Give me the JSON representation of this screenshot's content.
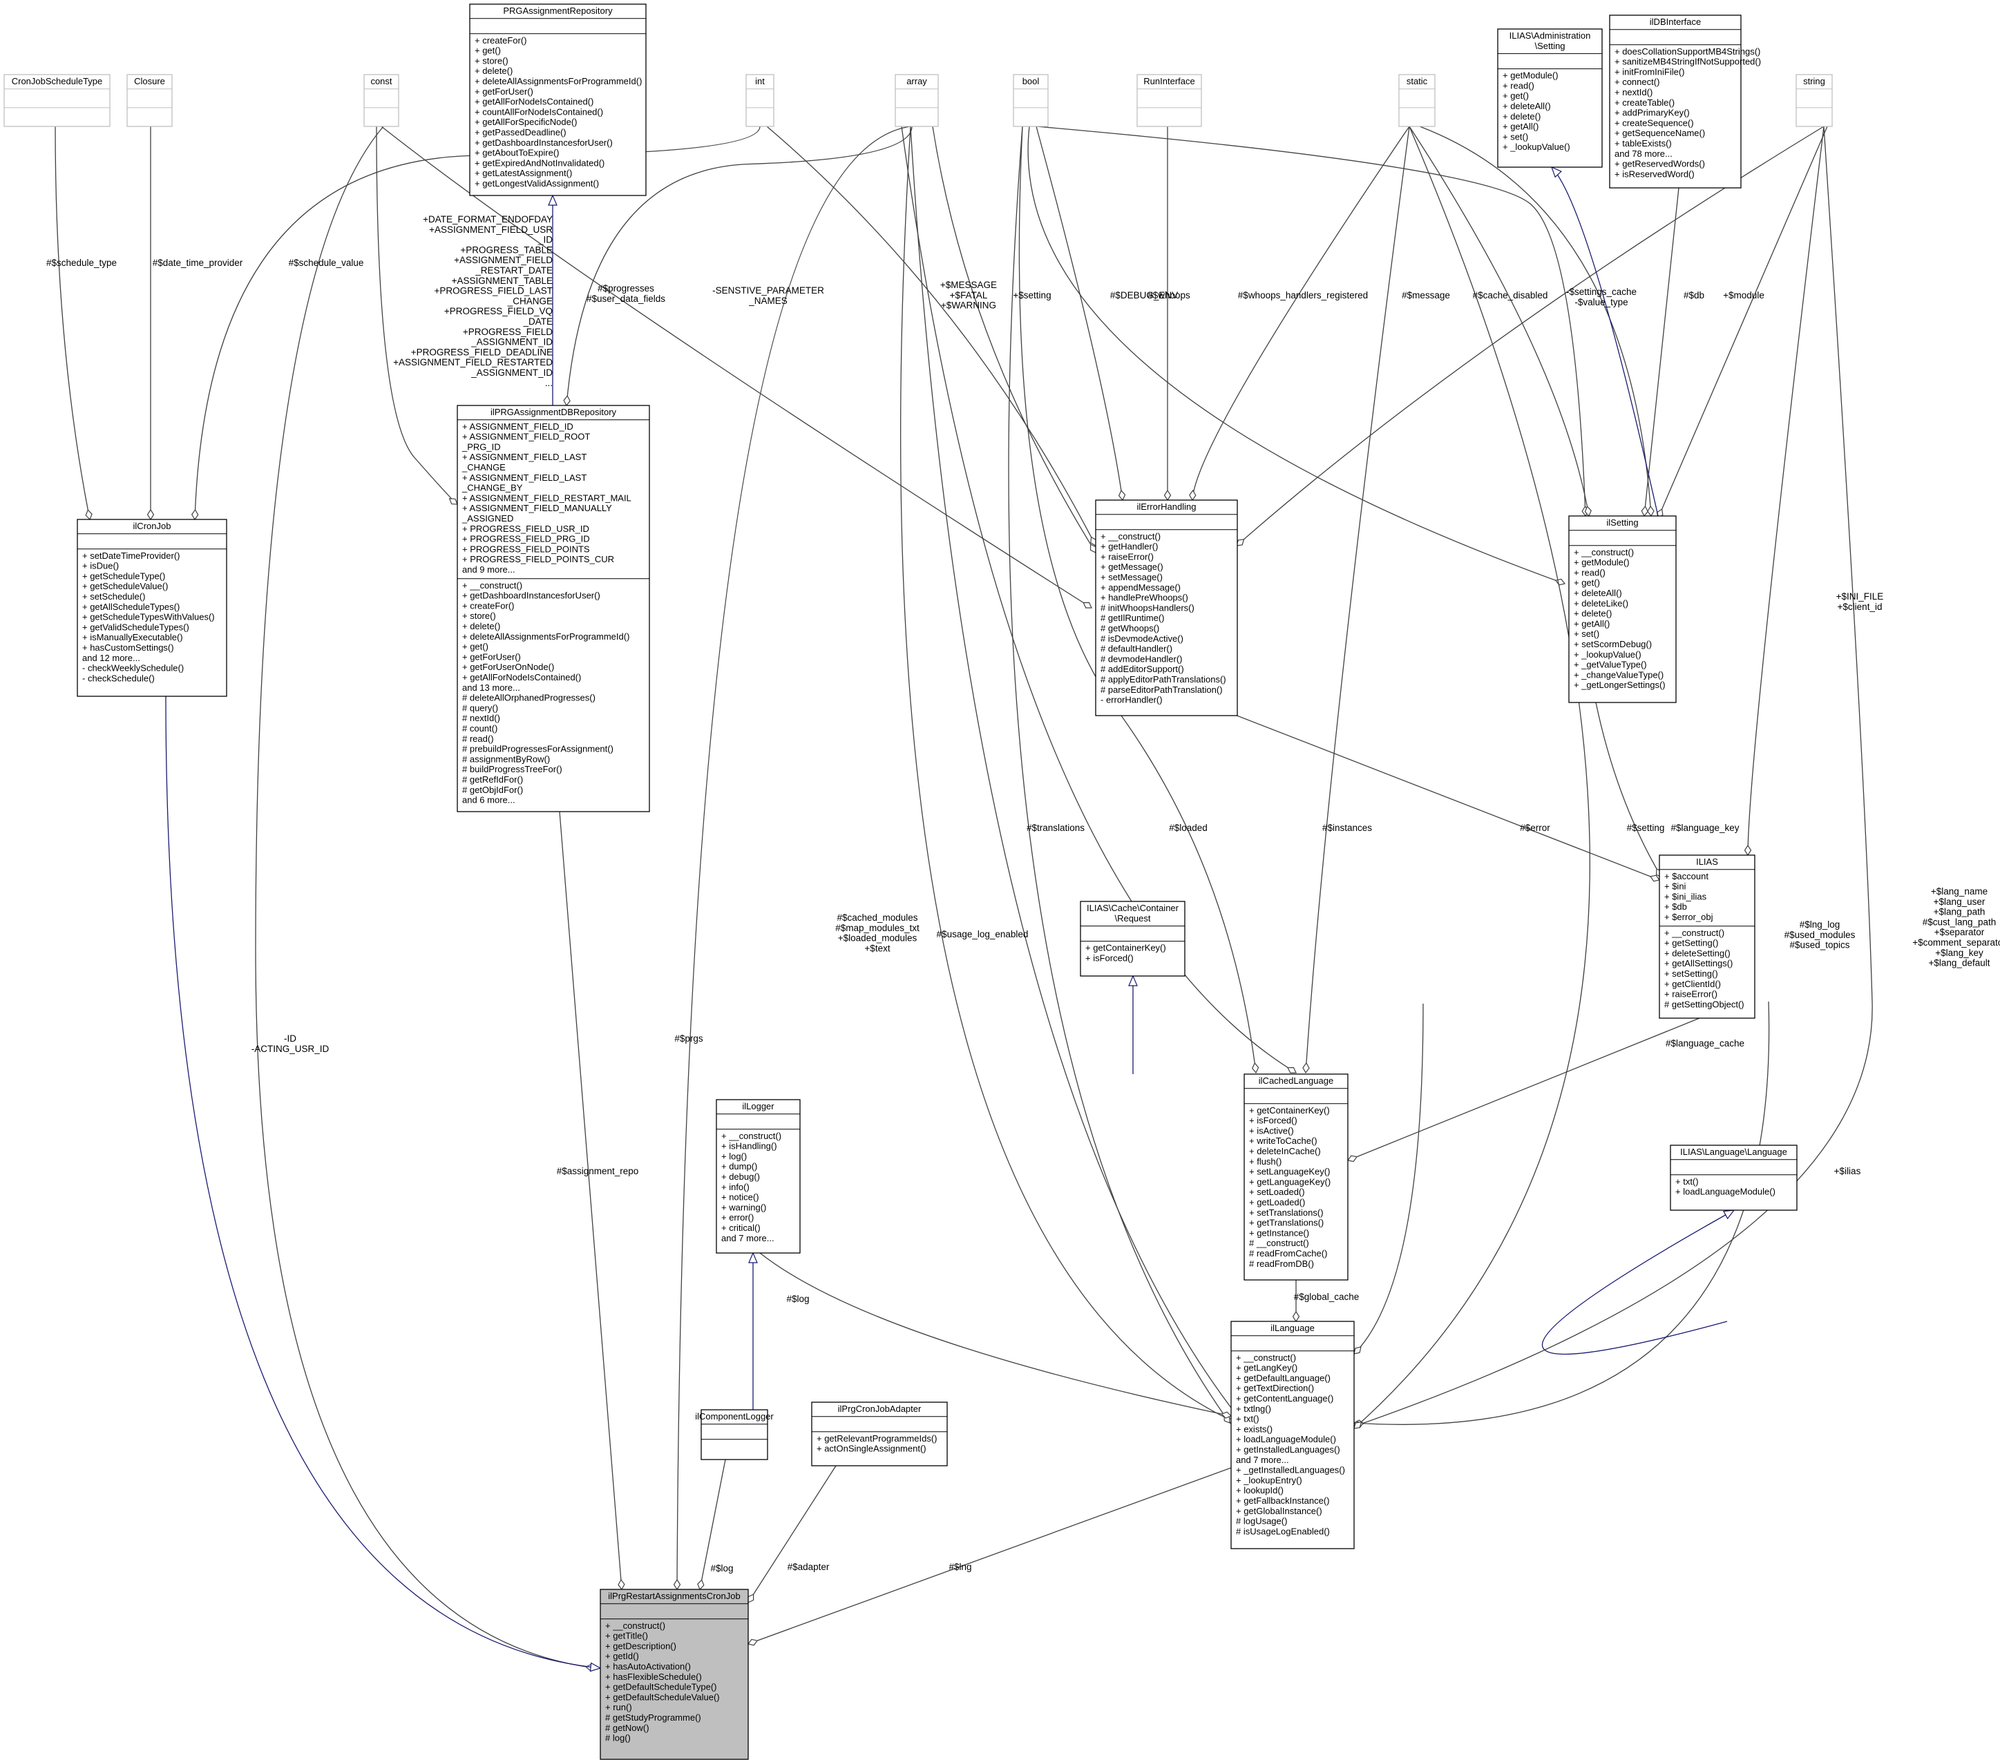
{
  "diagram": {
    "type": "uml-class-collaboration",
    "main_class": "ilPrgRestartAssignmentsCronJob",
    "highlight_color": "#bfbfbf",
    "edge_color_association": "#404040",
    "edge_color_inheritance": "#191970",
    "classes": [
      {
        "id": "CronJobScheduleType",
        "title": [
          "CronJobScheduleType"
        ],
        "stub": true,
        "attrs": [],
        "methods": []
      },
      {
        "id": "Closure",
        "title": [
          "Closure"
        ],
        "stub": true,
        "attrs": [],
        "methods": []
      },
      {
        "id": "const",
        "title": [
          "const"
        ],
        "stub": true,
        "attrs": [],
        "methods": []
      },
      {
        "id": "int",
        "title": [
          "int"
        ],
        "stub": true,
        "attrs": [],
        "methods": []
      },
      {
        "id": "array",
        "title": [
          "array"
        ],
        "stub": true,
        "attrs": [],
        "methods": []
      },
      {
        "id": "bool",
        "title": [
          "bool"
        ],
        "stub": true,
        "attrs": [],
        "methods": []
      },
      {
        "id": "RunInterface",
        "title": [
          "RunInterface"
        ],
        "stub": true,
        "attrs": [],
        "methods": []
      },
      {
        "id": "static",
        "title": [
          "static"
        ],
        "stub": true,
        "attrs": [],
        "methods": []
      },
      {
        "id": "string",
        "title": [
          "string"
        ],
        "stub": true,
        "attrs": [],
        "methods": []
      },
      {
        "id": "PRGAssignmentRepository",
        "title": [
          "PRGAssignmentRepository"
        ],
        "attrs": [],
        "methods": [
          "+ createFor()",
          "+ get()",
          "+ store()",
          "+ delete()",
          "+ deleteAllAssignmentsForProgrammeId()",
          "+ getForUser()",
          "+ getAllForNodeIsContained()",
          "+ countAllForNodeIsContained()",
          "+ getAllForSpecificNode()",
          "+ getPassedDeadline()",
          "+ getDashboardInstancesforUser()",
          "+ getAboutToExpire()",
          "+ getExpiredAndNotInvalidated()",
          "+ getLatestAssignment()",
          "+ getLongestValidAssignment()"
        ]
      },
      {
        "id": "ILIASAdministrationSetting",
        "title": [
          "ILIAS\\Administration",
          "\\Setting"
        ],
        "attrs": [],
        "methods": [
          "+ getModule()",
          "+ read()",
          "+ get()",
          "+ deleteAll()",
          "+ delete()",
          "+ getAll()",
          "+ set()",
          "+ _lookupValue()"
        ]
      },
      {
        "id": "ilDBInterface",
        "title": [
          "ilDBInterface"
        ],
        "attrs": [],
        "methods": [
          "+ doesCollationSupportMB4Strings()",
          "+ sanitizeMB4StringIfNotSupported()",
          "+ initFromIniFile()",
          "+ connect()",
          "+ nextId()",
          "+ createTable()",
          "+ addPrimaryKey()",
          "+ createSequence()",
          "+ getSequenceName()",
          "+ tableExists()",
          "and 78 more...",
          "+ getReservedWords()",
          "+ isReservedWord()"
        ]
      },
      {
        "id": "ilCronJob",
        "title": [
          "ilCronJob"
        ],
        "attrs": [],
        "methods": [
          "+ setDateTimeProvider()",
          "+ isDue()",
          "+ getScheduleType()",
          "+ getScheduleValue()",
          "+ setSchedule()",
          "+ getAllScheduleTypes()",
          "+ getScheduleTypesWithValues()",
          "+ getValidScheduleTypes()",
          "+ isManuallyExecutable()",
          "+ hasCustomSettings()",
          "and 12 more...",
          "- checkWeeklySchedule()",
          "- checkSchedule()"
        ]
      },
      {
        "id": "ilPRGAssignmentDBRepository",
        "title": [
          "ilPRGAssignmentDBRepository"
        ],
        "attrs": [
          "+ ASSIGNMENT_FIELD_ID",
          "+ ASSIGNMENT_FIELD_ROOT",
          "_PRG_ID",
          "+ ASSIGNMENT_FIELD_LAST",
          "_CHANGE",
          "+ ASSIGNMENT_FIELD_LAST",
          "_CHANGE_BY",
          "+ ASSIGNMENT_FIELD_RESTART_MAIL",
          "+ ASSIGNMENT_FIELD_MANUALLY",
          "_ASSIGNED",
          "+ PROGRESS_FIELD_USR_ID",
          "+ PROGRESS_FIELD_PRG_ID",
          "+ PROGRESS_FIELD_POINTS",
          "+ PROGRESS_FIELD_POINTS_CUR",
          "and 9 more..."
        ],
        "methods": [
          "+ __construct()",
          "+ getDashboardInstancesforUser()",
          "+ createFor()",
          "+ store()",
          "+ delete()",
          "+ deleteAllAssignmentsForProgrammeId()",
          "+ get()",
          "+ getForUser()",
          "+ getForUserOnNode()",
          "+ getAllForNodeIsContained()",
          "and 13 more...",
          "# deleteAllOrphanedProgresses()",
          "# query()",
          "# nextId()",
          "# count()",
          "# read()",
          "# prebuildProgressesForAssignment()",
          "# assignmentByRow()",
          "# buildProgressTreeFor()",
          "# getRefIdFor()",
          "# getObjIdFor()",
          "and 6 more..."
        ]
      },
      {
        "id": "ilErrorHandling",
        "title": [
          "ilErrorHandling"
        ],
        "attrs": [],
        "methods": [
          "+ __construct()",
          "+ getHandler()",
          "+ raiseError()",
          "+ getMessage()",
          "+ setMessage()",
          "+ appendMessage()",
          "+ handlePreWhoops()",
          "# initWhoopsHandlers()",
          "# getIlRuntime()",
          "# getWhoops()",
          "# isDevmodeActive()",
          "# defaultHandler()",
          "# devmodeHandler()",
          "# addEditorSupport()",
          "# applyEditorPathTranslations()",
          "# parseEditorPathTranslation()",
          "- errorHandler()"
        ]
      },
      {
        "id": "ilSetting",
        "title": [
          "ilSetting"
        ],
        "attrs": [],
        "methods": [
          "+ __construct()",
          "+ getModule()",
          "+ read()",
          "+ get()",
          "+ deleteAll()",
          "+ deleteLike()",
          "+ delete()",
          "+ getAll()",
          "+ set()",
          "+ setScormDebug()",
          "+ _lookupValue()",
          "+ _getValueType()",
          "+ _changeValueType()",
          "+ _getLongerSettings()"
        ]
      },
      {
        "id": "ILIAS",
        "title": [
          "ILIAS"
        ],
        "attrs": [
          "+ $account",
          "+ $ini",
          "+ $ini_ilias",
          "+ $db",
          "+ $error_obj"
        ],
        "methods": [
          "+ __construct()",
          "+ getSetting()",
          "+ deleteSetting()",
          "+ getAllSettings()",
          "+ setSetting()",
          "+ getClientId()",
          "+ raiseError()",
          "# getSettingObject()"
        ]
      },
      {
        "id": "ILIASCacheContainerRequest",
        "title": [
          "ILIAS\\Cache\\Container",
          "\\Request"
        ],
        "attrs": [],
        "methods": [
          "+ getContainerKey()",
          "+ isForced()"
        ]
      },
      {
        "id": "ilCachedLanguage",
        "title": [
          "ilCachedLanguage"
        ],
        "attrs": [],
        "methods": [
          "+ getContainerKey()",
          "+ isForced()",
          "+ isActive()",
          "+ writeToCache()",
          "+ deleteInCache()",
          "+ flush()",
          "+ setLanguageKey()",
          "+ getLanguageKey()",
          "+ setLoaded()",
          "+ getLoaded()",
          "+ setTranslations()",
          "+ getTranslations()",
          "+ getInstance()",
          "# __construct()",
          "# readFromCache()",
          "# readFromDB()"
        ]
      },
      {
        "id": "ilLogger",
        "title": [
          "ilLogger"
        ],
        "attrs": [],
        "methods": [
          "+ __construct()",
          "+ isHandling()",
          "+ log()",
          "+ dump()",
          "+ debug()",
          "+ info()",
          "+ notice()",
          "+ warning()",
          "+ error()",
          "+ critical()",
          "and 7 more..."
        ]
      },
      {
        "id": "ILIASLanguageLanguage",
        "title": [
          "ILIAS\\Language\\Language"
        ],
        "attrs": [],
        "methods": [
          "+ txt()",
          "+ loadLanguageModule()"
        ]
      },
      {
        "id": "ilLanguage",
        "title": [
          "ilLanguage"
        ],
        "attrs": [],
        "methods": [
          "+ __construct()",
          "+ getLangKey()",
          "+ getDefaultLanguage()",
          "+ getTextDirection()",
          "+ getContentLanguage()",
          "+ txtlng()",
          "+ txt()",
          "+ exists()",
          "+ loadLanguageModule()",
          "+ getInstalledLanguages()",
          "and 7 more...",
          "+ _getInstalledLanguages()",
          "+ _lookupEntry()",
          "+ lookupId()",
          "+ getFallbackInstance()",
          "+ getGlobalInstance()",
          "# logUsage()",
          "# isUsageLogEnabled()"
        ]
      },
      {
        "id": "ilComponentLogger",
        "title": [
          "ilComponentLogger"
        ],
        "attrs": [],
        "methods": []
      },
      {
        "id": "ilPrgCronJobAdapter",
        "title": [
          "ilPrgCronJobAdapter"
        ],
        "attrs": [],
        "methods": [
          "+ getRelevantProgrammeIds()",
          "+ actOnSingleAssignment()"
        ]
      },
      {
        "id": "ilPrgRestartAssignmentsCronJob",
        "title": [
          "ilPrgRestartAssignmentsCronJob"
        ],
        "attrs": [],
        "highlight": true,
        "methods": [
          "+ __construct()",
          "+ getTitle()",
          "+ getDescription()",
          "+ getId()",
          "+ hasAutoActivation()",
          "+ hasFlexibleSchedule()",
          "+ getDefaultScheduleType()",
          "+ getDefaultScheduleValue()",
          "+ run()",
          "# getStudyProgramme()",
          "# getNow()",
          "# log()"
        ]
      }
    ],
    "edge_labels": {
      "schedule_type": [
        "#$schedule_type"
      ],
      "date_time_provider": [
        "#$date_time_provider"
      ],
      "schedule_value": [
        "#$schedule_value"
      ],
      "const_db": [
        "+DATE_FORMAT_ENDOFDAY",
        "+ASSIGNMENT_FIELD_USR",
        "_ID",
        "+PROGRESS_TABLE",
        "+ASSIGNMENT_FIELD",
        "_RESTART_DATE",
        "+ASSIGNMENT_TABLE",
        "+PROGRESS_FIELD_LAST",
        "_CHANGE",
        "+PROGRESS_FIELD_VQ",
        "_DATE",
        "+PROGRESS_FIELD",
        "_ASSIGNMENT_ID",
        "+PROGRESS_FIELD_DEADLINE",
        "+ASSIGNMENT_FIELD_RESTARTED",
        "_ASSIGNMENT_ID",
        "..."
      ],
      "progresses": [
        "#$progresses",
        "#$user_data_fields"
      ],
      "sensitive": [
        "-SENSTIVE_PARAMETER",
        "_NAMES"
      ],
      "message_fatal": [
        "+$MESSAGE",
        "+$FATAL",
        "+$WARNING"
      ],
      "setting": [
        "+$setting"
      ],
      "debug_env": [
        "#$DEBUG_ENV"
      ],
      "whoops": [
        "#$whoops"
      ],
      "whoops_handlers": [
        "#$whoops_handlers_registered"
      ],
      "message": [
        "#$message"
      ],
      "cache_disabled": [
        "#$cache_disabled"
      ],
      "settings_cache": [
        "-$settings_cache",
        "-$value_type"
      ],
      "db": [
        "#$db"
      ],
      "module": [
        "+$module"
      ],
      "id_acting": [
        "-ID",
        "-ACTING_USR_ID"
      ],
      "prgs": [
        "#$prgs"
      ],
      "assignment_repo": [
        "#$assignment_repo"
      ],
      "translations": [
        "#$translations"
      ],
      "loaded": [
        "#$loaded"
      ],
      "instances": [
        "#$instances"
      ],
      "error": [
        "#$error"
      ],
      "setting2": [
        "#$setting"
      ],
      "language_key": [
        "#$language_key"
      ],
      "ini_file": [
        "+$INI_FILE",
        "+$client_id"
      ],
      "cached_modules": [
        "#$cached_modules",
        "#$map_modules_txt",
        "+$loaded_modules",
        "+$text"
      ],
      "usage_log": [
        "#$usage_log_enabled"
      ],
      "lng_log": [
        "#$lng_log",
        "#$used_modules",
        "#$used_topics"
      ],
      "lang_name": [
        "+$lang_name",
        "+$lang_user",
        "+$lang_path",
        "#$cust_lang_path",
        "+$separator",
        "+$comment_separator",
        "+$lang_key",
        "+$lang_default"
      ],
      "language_cache": [
        "#$language_cache"
      ],
      "ilias": [
        "+$ilias"
      ],
      "global_cache": [
        "#$global_cache"
      ],
      "log_lang": [
        "#$log"
      ],
      "log_main": [
        "#$log"
      ],
      "adapter": [
        "#$adapter"
      ],
      "lng": [
        "#$lng"
      ]
    }
  }
}
